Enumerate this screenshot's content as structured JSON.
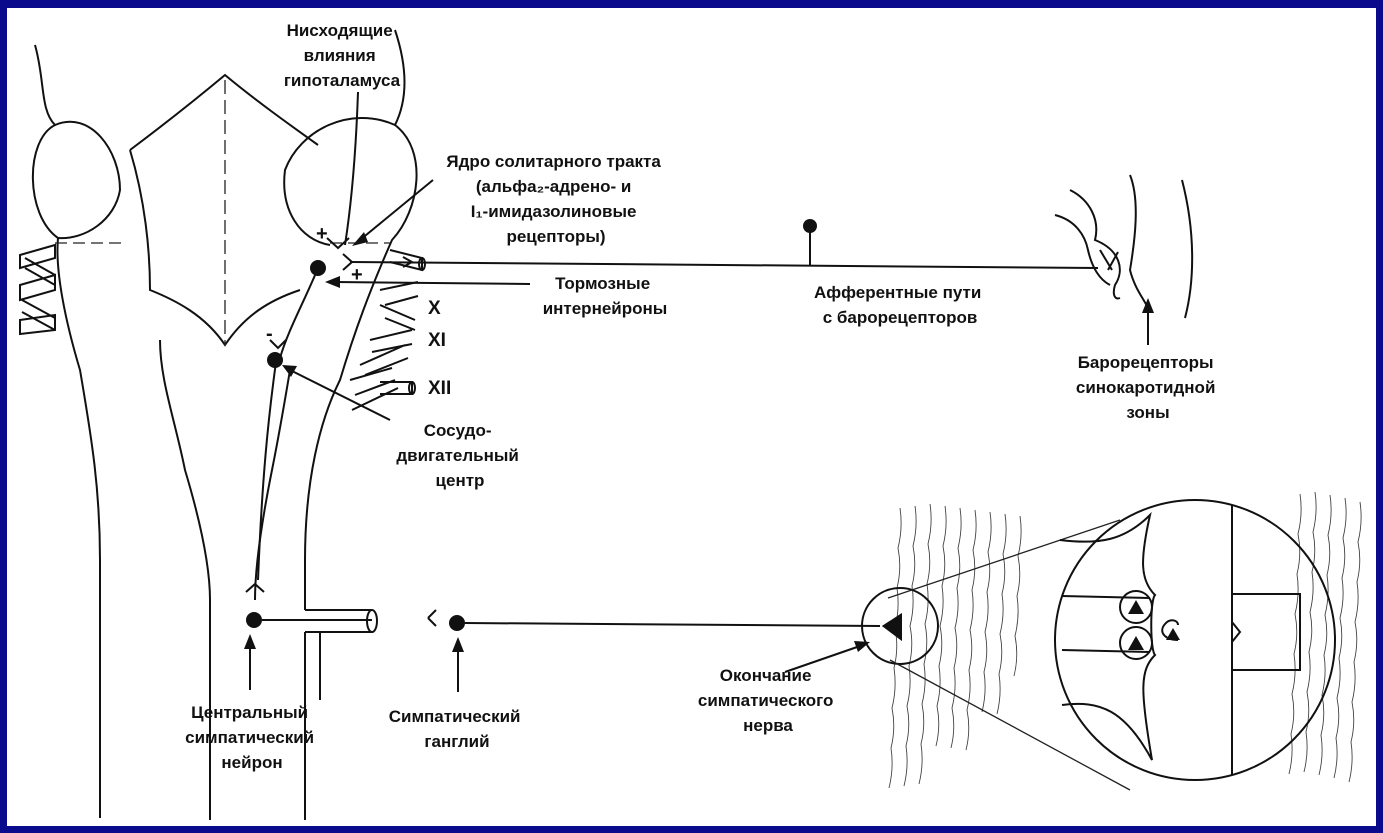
{
  "labels": {
    "hypothalamus": [
      "Нисходящие",
      "влияния",
      "гипоталамуса"
    ],
    "solitary_nucleus": [
      "Ядро солитарного тракта",
      "(альфа₂-адрено- и",
      "I₁-имидазолиновые",
      "рецепторы)"
    ],
    "inhibitory_interneurons": [
      "Тормозные",
      "интернейроны"
    ],
    "afferent_paths": [
      "Афферентные пути",
      "с барорецепторов"
    ],
    "baroreceptors": [
      "Барорецепторы",
      "синокаротидной",
      "зоны"
    ],
    "vasomotor_center": [
      "Сосудо-",
      "двигательный",
      "центр"
    ],
    "central_neuron": [
      "Центральный",
      "симпатический",
      "нейрон"
    ],
    "sympathetic_ganglion": [
      "Симпатический",
      "ганглий"
    ],
    "nerve_ending": [
      "Окончание",
      "симпатического",
      "нерва"
    ],
    "nerve_x": "X",
    "nerve_xi": "XI",
    "nerve_xii": "XII",
    "plus_1": "+",
    "plus_2": "+",
    "minus": "-"
  },
  "colors": {
    "frame": "#0a0a8c",
    "ink": "#111111",
    "paper": "#ffffff"
  }
}
